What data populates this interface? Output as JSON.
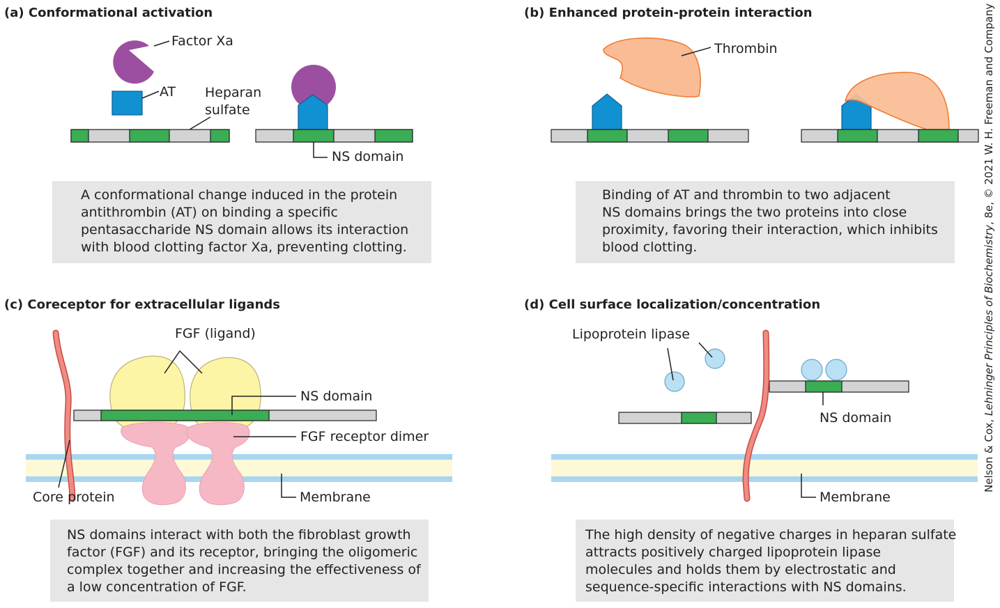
{
  "panels": {
    "a": {
      "title": "(a) Conformational activation",
      "factor_xa": "Factor Xa",
      "at": "AT",
      "heparan_line1": "Heparan",
      "heparan_line2": "sulfate",
      "ns_domain": "NS domain",
      "caption": [
        "A conformational change induced in the protein",
        "antithrombin (AT) on binding a specific",
        "pentasaccharide NS domain allows its interaction",
        "with blood clotting factor Xa, preventing clotting."
      ]
    },
    "b": {
      "title": "(b) Enhanced protein-protein interaction",
      "thrombin": "Thrombin",
      "caption": [
        "Binding of AT and thrombin to two adjacent",
        "NS domains brings the two proteins into close",
        "proximity, favoring their interaction, which inhibits",
        "blood clotting."
      ]
    },
    "c": {
      "title": "(c) Coreceptor for extracellular ligands",
      "fgf": "FGF (ligand)",
      "ns_domain": "NS domain",
      "receptor": "FGF receptor dimer",
      "core_protein": "Core protein",
      "membrane": "Membrane",
      "caption": [
        "NS domains interact with both the fibroblast growth",
        "factor (FGF) and its receptor, bringing the oligomeric",
        "complex together and increasing the effectiveness of",
        "a low concentration of FGF."
      ]
    },
    "d": {
      "title": "(d) Cell surface localization/concentration",
      "lipase": "Lipoprotein lipase",
      "ns_domain": "NS domain",
      "membrane": "Membrane",
      "caption": [
        "The high density of negative charges in heparan sulfate",
        "attracts positively charged lipoprotein lipase",
        "molecules and holds them by electrostatic and",
        "sequence-specific interactions with NS domains."
      ]
    }
  },
  "credit": {
    "prefix": "Nelson & Cox, ",
    "book": "Lehninger Principles of Biochemistry",
    "suffix": ", 8e, © 2021 W. H. Freeman and Company"
  },
  "colors": {
    "ns_domain": "#3aad55",
    "strand": "#d1d3d4",
    "factor_xa": "#9c4fa0",
    "antithrombin": "#1191d1",
    "thrombin": "#f9bc95",
    "fgf": "#fdf5a6",
    "receptor": "#f5b8c4",
    "core_protein": "#f08b82",
    "lipase": "#b9e0f4",
    "caption_bg": "#e6e6e7"
  }
}
